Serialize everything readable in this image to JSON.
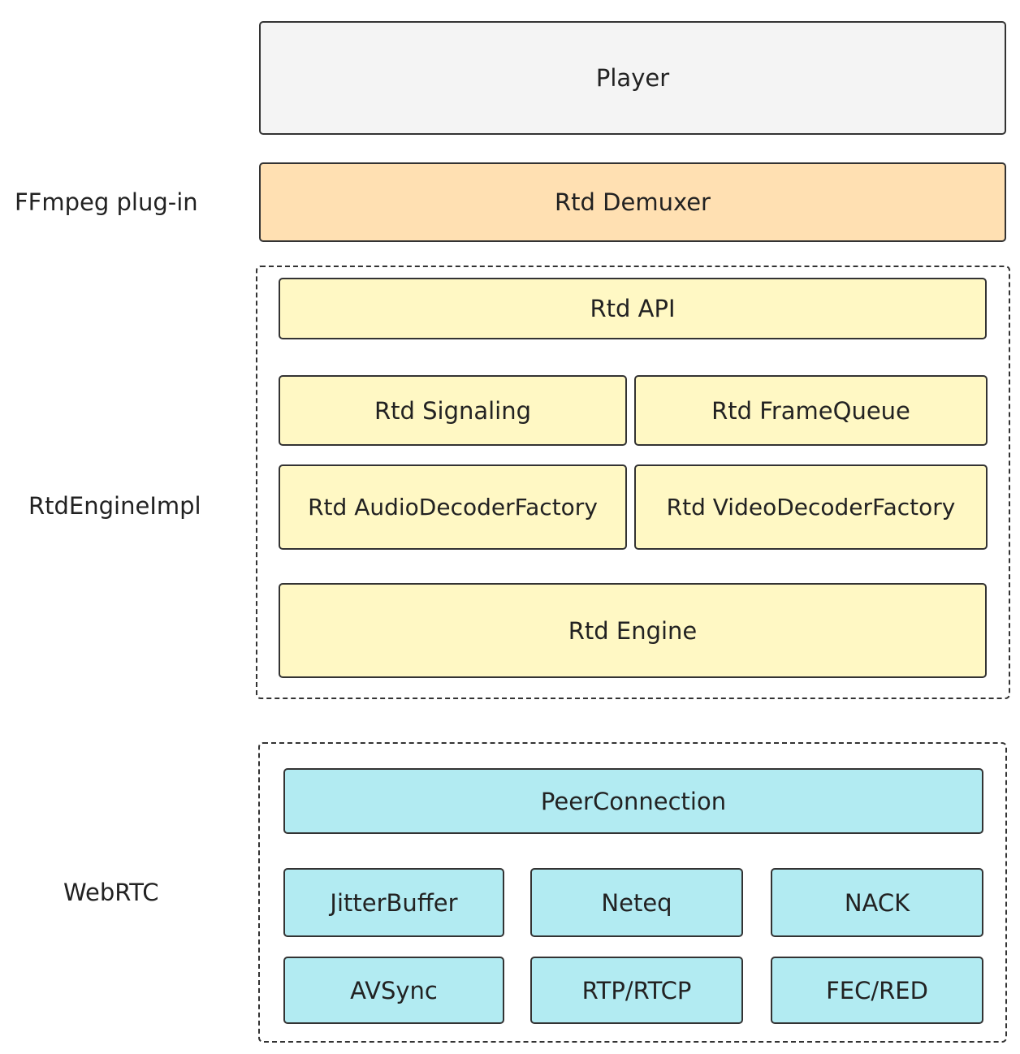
{
  "layers": {
    "player": "Player",
    "demuxer": "Rtd Demuxer",
    "rtd_api": "Rtd API",
    "rtd_signaling": "Rtd Signaling",
    "rtd_framequeue": "Rtd FrameQueue",
    "rtd_audio_decoder": "Rtd AudioDecoderFactory",
    "rtd_video_decoder": "Rtd VideoDecoderFactory",
    "rtd_engine": "Rtd Engine",
    "peerconnection": "PeerConnection",
    "jitterbuffer": "JitterBuffer",
    "neteq": "Neteq",
    "nack": "NACK",
    "avsync": "AVSync",
    "rtp_rtcp": "RTP/RTCP",
    "fec_red": "FEC/RED"
  },
  "labels": {
    "ffmpeg": "FFmpeg plug-in",
    "engine_impl": "RtdEngineImpl",
    "webrtc": "WebRTC"
  },
  "colors": {
    "player": "#f4f4f4",
    "demuxer": "#ffe0b2",
    "engine_impl": "#fff8c4",
    "webrtc": "#b2ebf2",
    "border": "#333333"
  }
}
